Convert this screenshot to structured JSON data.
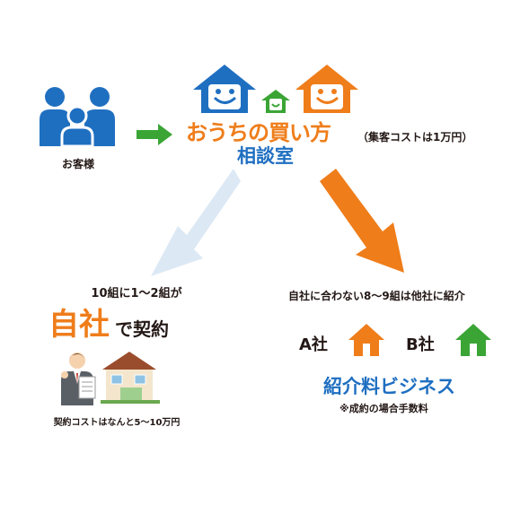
{
  "customer": {
    "label": "お客様",
    "icon": "people-icon"
  },
  "brand": {
    "title": "おうちの買い方",
    "subtitle": "相談室",
    "cost_note": "（集客コストは1万円）",
    "logo": "smiling-houses-logo"
  },
  "left_branch": {
    "count_text": "10組に1〜2組が",
    "headline": "自社",
    "headline_suffix": "で契約",
    "cost_text": "契約コストはなんと5〜10万円",
    "illustration": "salesman-with-house-illustration"
  },
  "right_branch": {
    "count_text": "自社に合わない8〜9組は他社に紹介",
    "company_a": "A社",
    "company_b": "B社",
    "business_label": "紹介料ビジネス",
    "fee_note": "※成約の場合手数料"
  },
  "colors": {
    "blue": "#1f6fc1",
    "orange": "#ef7d1a",
    "green": "#3aa535",
    "light_blue_arrow": "#dce9f5",
    "dark_text": "#231815"
  }
}
